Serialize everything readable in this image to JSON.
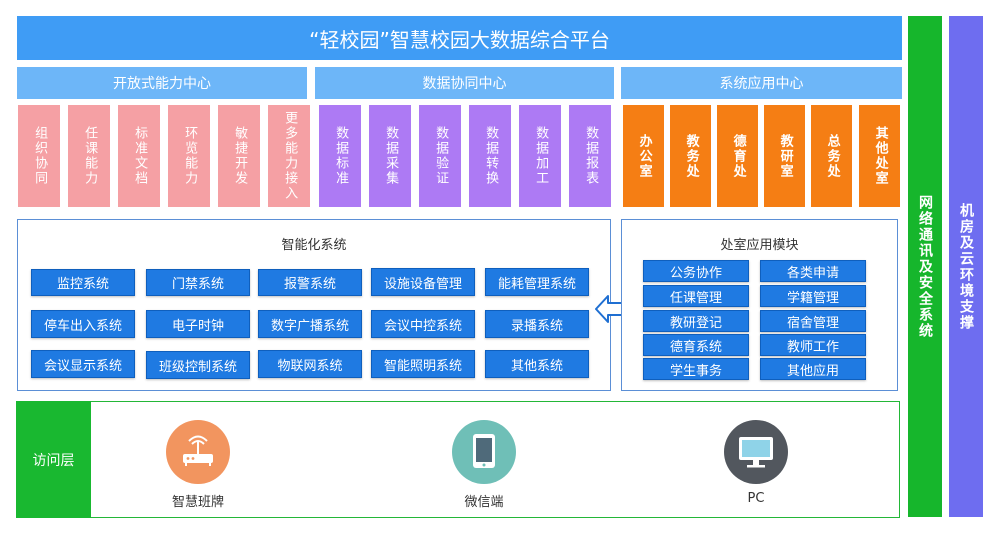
{
  "title": "“轻校园”智慧校园大数据综合平台",
  "sections": [
    {
      "label": "开放式能力中心"
    },
    {
      "label": "数据协同中心"
    },
    {
      "label": "系统应用中心"
    }
  ],
  "capability_items": [
    "组织协同",
    "任课能力",
    "标准文档",
    "环览能力",
    "敏捷开发",
    "更多能力接入"
  ],
  "data_items": [
    "数据标准",
    "数据采集",
    "数据验证",
    "数据转换",
    "数据加工",
    "数据报表"
  ],
  "app_items": [
    "办公室",
    "教务处",
    "德育处",
    "教研室",
    "总务处",
    "其他处室"
  ],
  "smart_system": {
    "title": "智能化系统",
    "rows": [
      [
        "监控系统",
        "门禁系统",
        "报警系统",
        "设施设备管理",
        "能耗管理系统"
      ],
      [
        "停车出入系统",
        "电子时钟",
        "数字广播系统",
        "会议中控系统",
        "录播系统"
      ],
      [
        "会议显示系统",
        "班级控制系统",
        "物联网系统",
        "智能照明系统",
        "其他系统"
      ]
    ]
  },
  "office_module": {
    "title": "处室应用模块",
    "left": [
      "公务协作",
      "任课管理",
      "教研登记",
      "德育系统",
      "学生事务"
    ],
    "right": [
      "各类申请",
      "学籍管理",
      "宿舍管理",
      "教师工作",
      "其他应用"
    ]
  },
  "side_network": "网络通讯及安全系统",
  "side_infra": "机房及云环境支撑",
  "access_layer": {
    "label": "访问层",
    "devices": [
      {
        "name": "智慧班牌",
        "icon": "router-icon",
        "color": "#f2955f"
      },
      {
        "name": "微信端",
        "icon": "tablet-icon",
        "color": "#6fbfb7"
      },
      {
        "name": "PC",
        "icon": "monitor-icon",
        "color": "#52575e"
      }
    ]
  },
  "colors": {
    "title_bg": "#3f9cf5",
    "section_bg": "#6db6f8",
    "pink": "#f5a0a4",
    "purple": "#ad7af4",
    "orange": "#f57e14",
    "button": "#1f7ae2",
    "green": "#16b62c",
    "side_purple": "#6e6df0"
  }
}
